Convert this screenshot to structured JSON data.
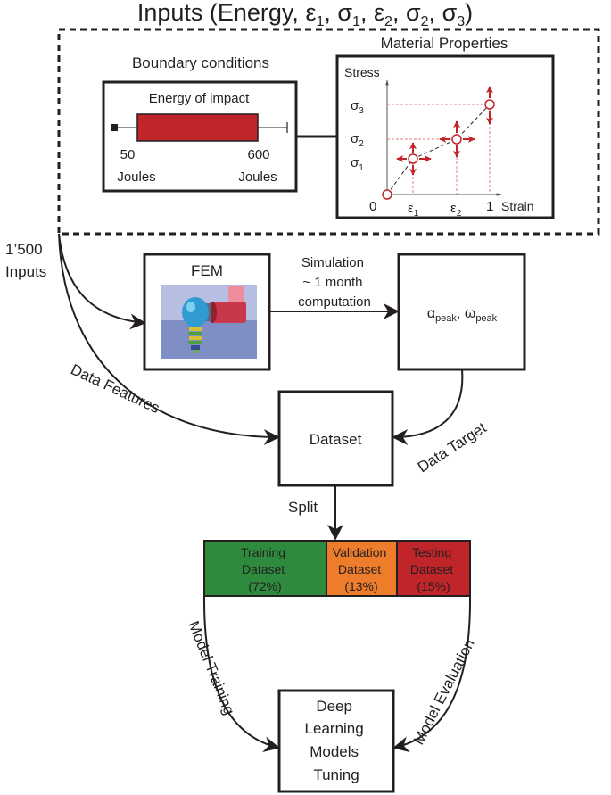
{
  "title": {
    "prefix": "Inputs (Energy, ",
    "eps": "ε",
    "sig": "σ",
    "sub1": "1",
    "sub2": "2",
    "sub3": "3",
    "comma": ", ",
    "close": ")"
  },
  "boundary": {
    "heading": "Boundary conditions",
    "box_title": "Energy of impact",
    "min_value": "50",
    "min_unit": "Joules",
    "max_value": "600",
    "max_unit": "Joules"
  },
  "material": {
    "heading": "Material Properties",
    "y_axis": "Stress",
    "x_axis": "Strain",
    "origin": "0",
    "x_one": "1",
    "sigma": "σ",
    "epsilon": "ε",
    "sub1": "1",
    "sub2": "2",
    "sub3": "3"
  },
  "inputs_count": {
    "line1": "1’500",
    "line2": "Inputs"
  },
  "fem": {
    "label": "FEM"
  },
  "simulation": {
    "line1": "Simulation",
    "line2": "~ 1 month",
    "line3": "computation"
  },
  "outputs": {
    "alpha": "α",
    "omega": "ω",
    "sub": "peak",
    "comma": ", "
  },
  "dataset": {
    "label": "Dataset"
  },
  "edges": {
    "data_features": "Data Features",
    "data_target": "Data Target",
    "split": "Split",
    "model_training": "Model Training",
    "model_evaluation": "Model Evaluation"
  },
  "splits": [
    {
      "name_line1": "Training",
      "name_line2": "Dataset",
      "pct": "(72%)",
      "color": "#2e8b3e"
    },
    {
      "name_line1": "Validation",
      "name_line2": "Dataset",
      "pct": "(13%)",
      "color": "#ee7d2b"
    },
    {
      "name_line1": "Testing",
      "name_line2": "Dataset",
      "pct": "(15%)",
      "color": "#c0252a"
    }
  ],
  "tuning": {
    "line1": "Deep",
    "line2": "Learning",
    "line3": "Models",
    "line4": "Tuning"
  },
  "colors": {
    "accent_red": "#c0252a",
    "guide_red": "#e05a5a",
    "ink": "#231f20"
  }
}
